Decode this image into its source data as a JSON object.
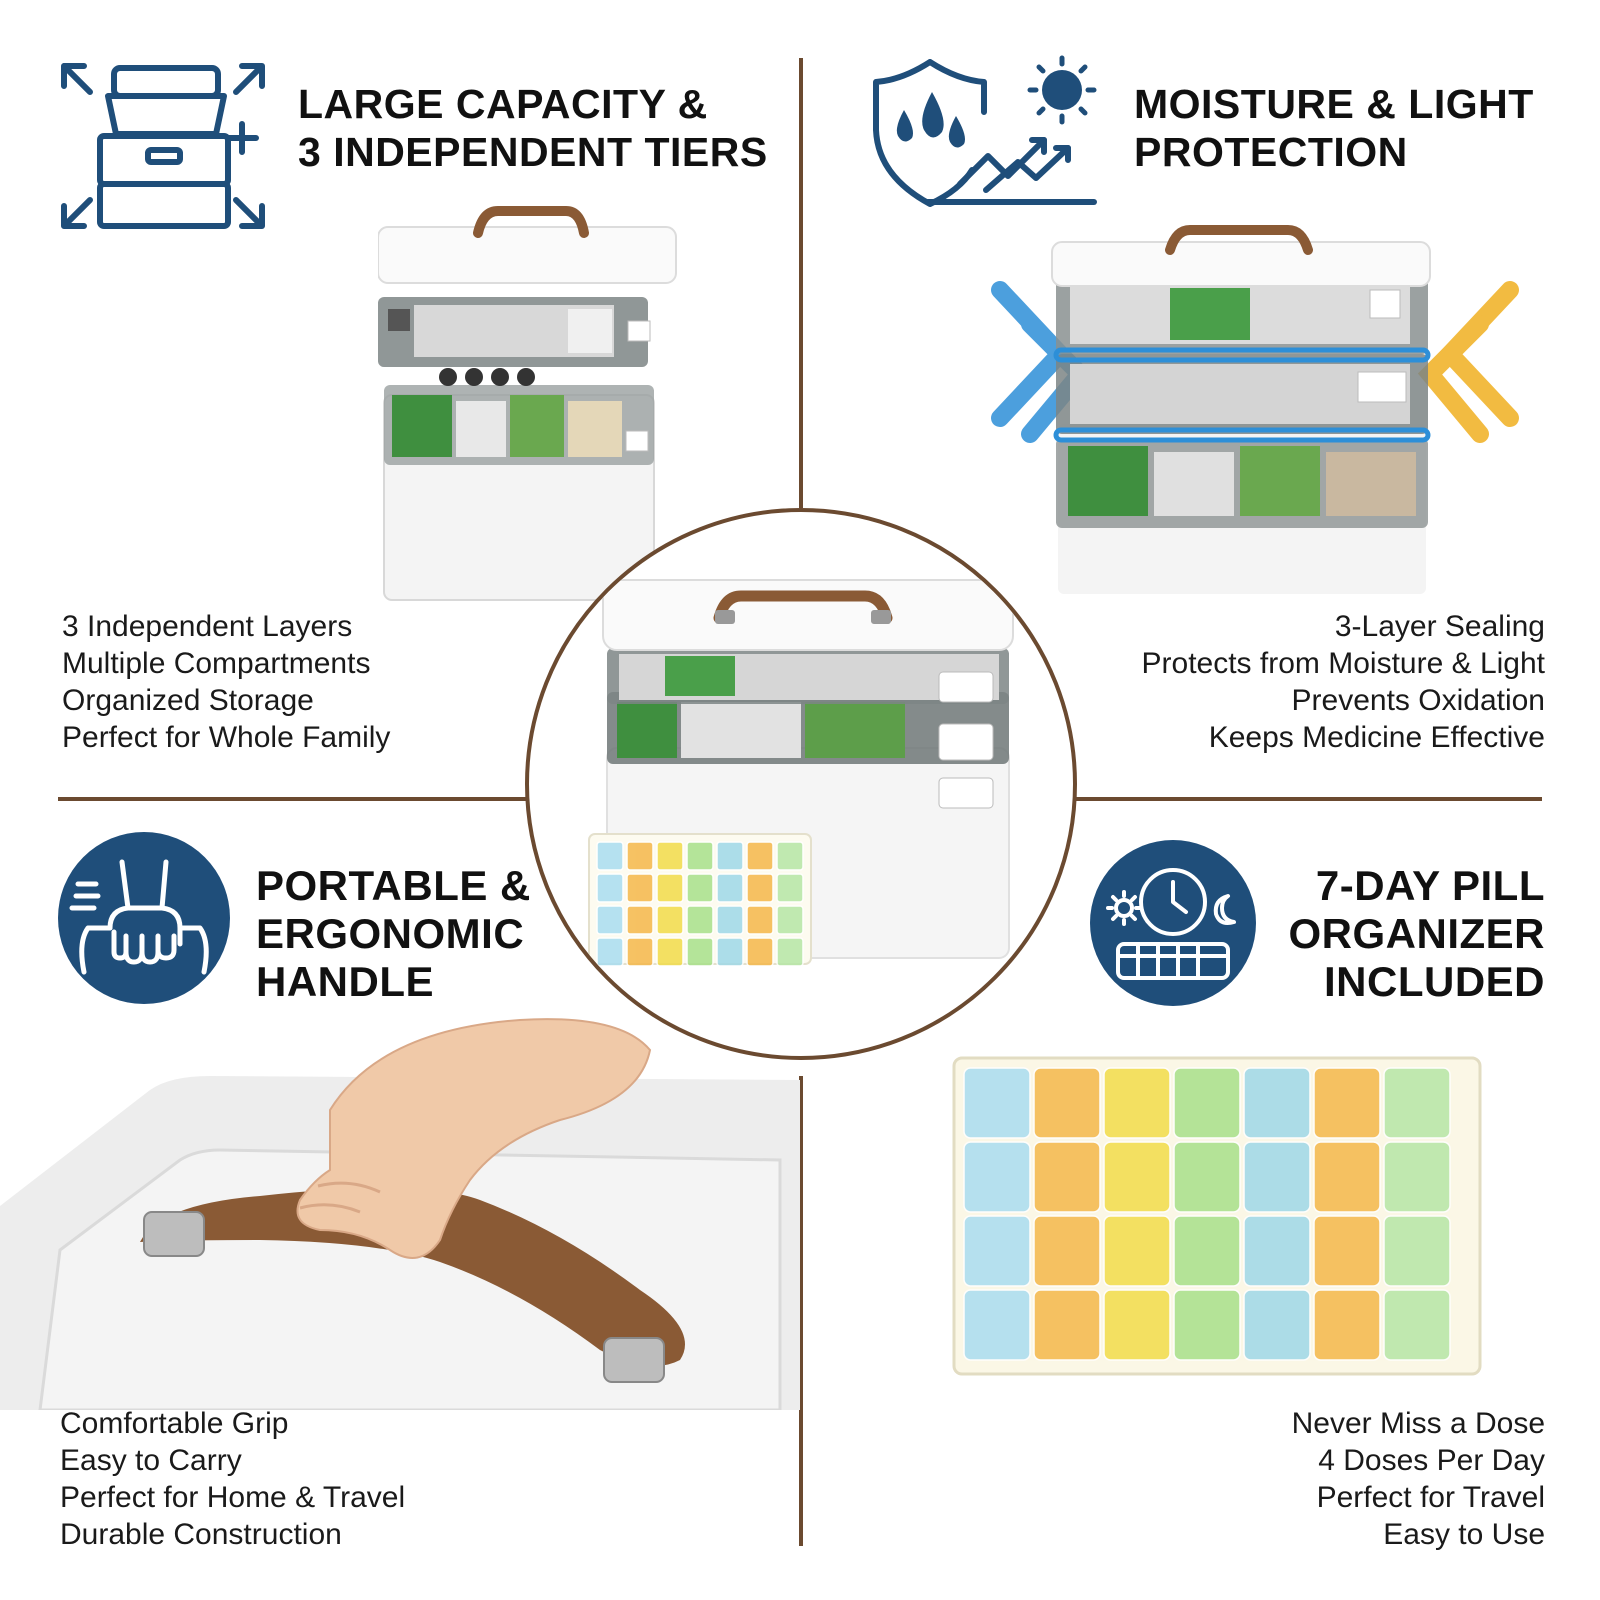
{
  "colors": {
    "accent_blue": "#1f4e7a",
    "divider_brown": "#6b4a30",
    "leather": "#8a5a35"
  },
  "top_left": {
    "icon": "expand-box-icon",
    "title_lines": [
      "LARGE CAPACITY &",
      "3 INDEPENDENT TIERS"
    ],
    "features": [
      "3 Independent Layers",
      "Multiple Compartments",
      "Organized Storage",
      "Perfect for Whole Family"
    ]
  },
  "top_right": {
    "icon": "shield-water-sun-icon",
    "title_lines": [
      "MOISTURE & LIGHT",
      "PROTECTION"
    ],
    "features": [
      "3-Layer Sealing",
      "Protects from Moisture & Light",
      "Prevents Oxidation",
      "Keeps Medicine Effective"
    ]
  },
  "bottom_left": {
    "icon": "hand-grip-icon",
    "title_lines": [
      "PORTABLE &",
      "ERGONOMIC",
      "HANDLE"
    ],
    "features": [
      "Comfortable Grip",
      "Easy to Carry",
      "Perfect for Home & Travel",
      "Durable Construction"
    ]
  },
  "bottom_right": {
    "icon": "clock-sun-moon-icon",
    "title_lines": [
      "7-DAY PILL",
      "ORGANIZER",
      "INCLUDED"
    ],
    "features": [
      "Never Miss a Dose",
      "4 Doses Per Day",
      "Perfect for Travel",
      "Easy to Use"
    ]
  }
}
